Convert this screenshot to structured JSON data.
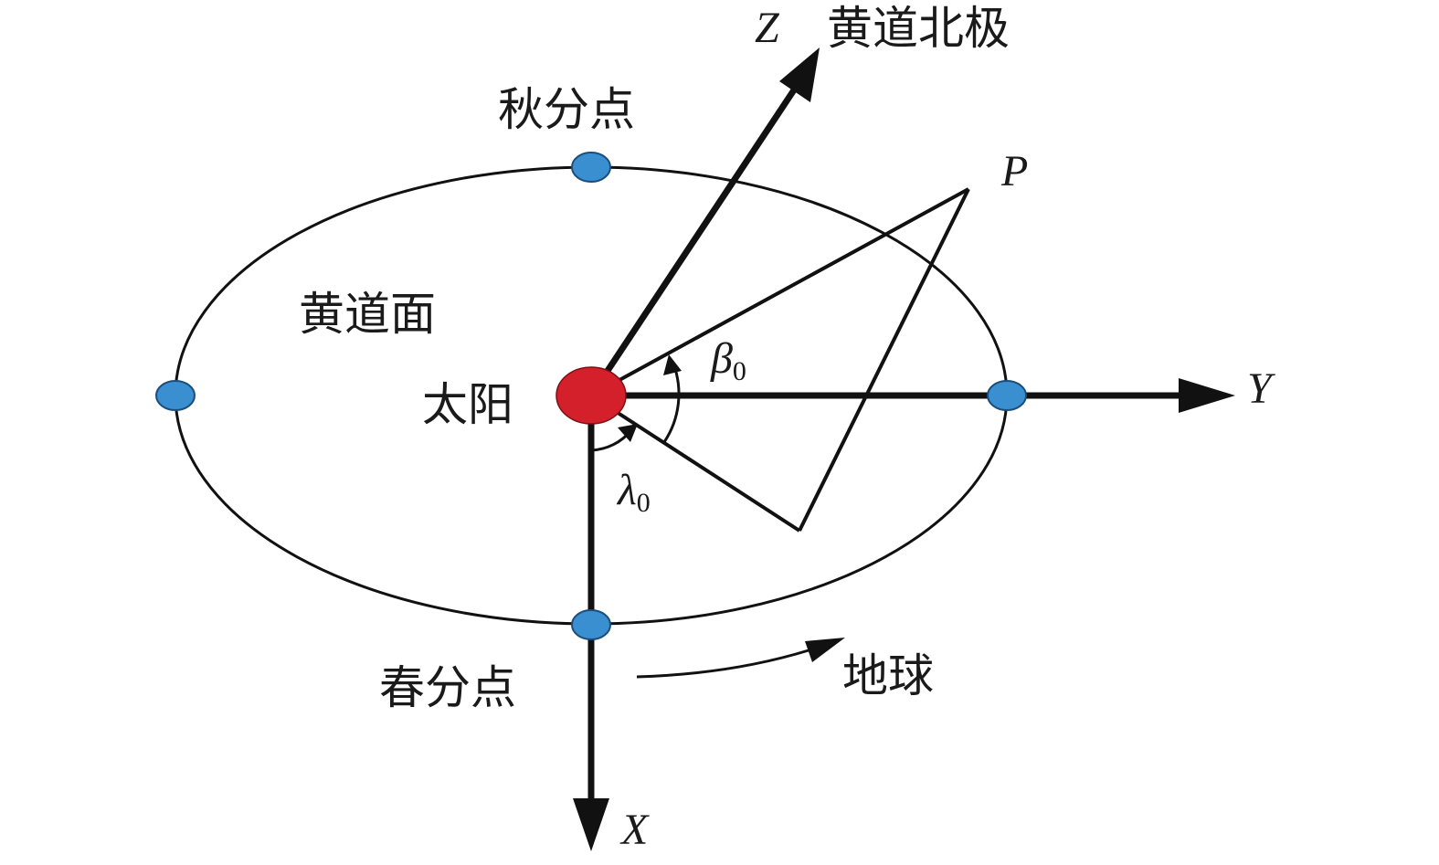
{
  "labels": {
    "z_axis": "Z",
    "north_pole": "黄道北极",
    "autumn_equinox": "秋分点",
    "point_p": "P",
    "ecliptic_plane": "黄道面",
    "beta_symbol": "β",
    "beta_sub": "0",
    "sun": "太阳",
    "y_axis": "Y",
    "lambda_symbol": "λ",
    "lambda_sub": "0",
    "spring_equinox": "春分点",
    "earth": "地球",
    "x_axis": "X"
  },
  "colors": {
    "sun": "#d4202a",
    "equinox_points": "#3a8fd0",
    "lines": "#111111"
  }
}
